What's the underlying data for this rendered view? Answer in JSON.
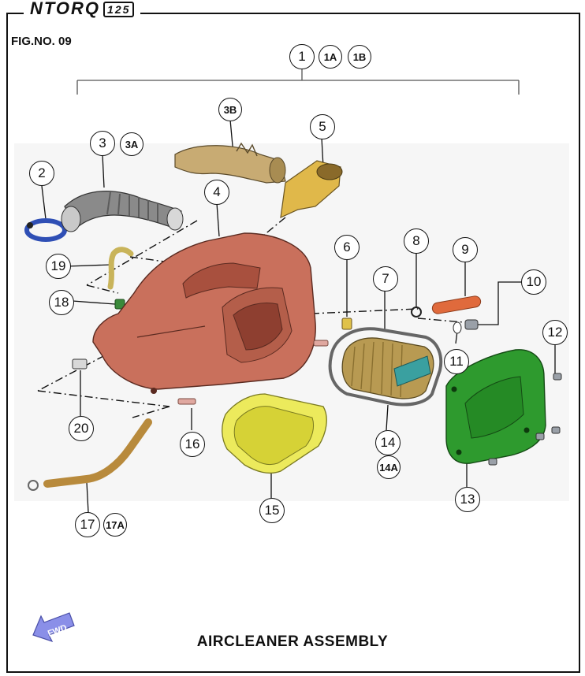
{
  "header": {
    "brand_text": "NTORQ",
    "brand_badge": "125",
    "fig_no": "FIG.NO. 09"
  },
  "title": "AIRCLEANER ASSEMBLY",
  "fwd_label": "FWD",
  "callouts": {
    "c1": "1",
    "c1a": "1A",
    "c1b": "1B",
    "c2": "2",
    "c3": "3",
    "c3a": "3A",
    "c3b": "3B",
    "c4": "4",
    "c5": "5",
    "c6": "6",
    "c7": "7",
    "c8": "8",
    "c9": "9",
    "c10": "10",
    "c11": "11",
    "c12": "12",
    "c13": "13",
    "c14": "14",
    "c14a": "14A",
    "c15": "15",
    "c16": "16",
    "c17": "17",
    "c17a": "17A",
    "c18": "18",
    "c19": "19",
    "c20": "20"
  },
  "colors": {
    "housing": "#c9705c",
    "hose": "#8a8a8a",
    "duct": "#c8ab73",
    "snorkel": "#e0b84a",
    "filter": "#b89a52",
    "foam": "#ecea5c",
    "cover": "#2e9a2e",
    "clamp": "#2f4fb5",
    "pipe": "#e06a3c",
    "drain": "#b88a3c",
    "fwd_arrow": "#8a8fe8"
  }
}
